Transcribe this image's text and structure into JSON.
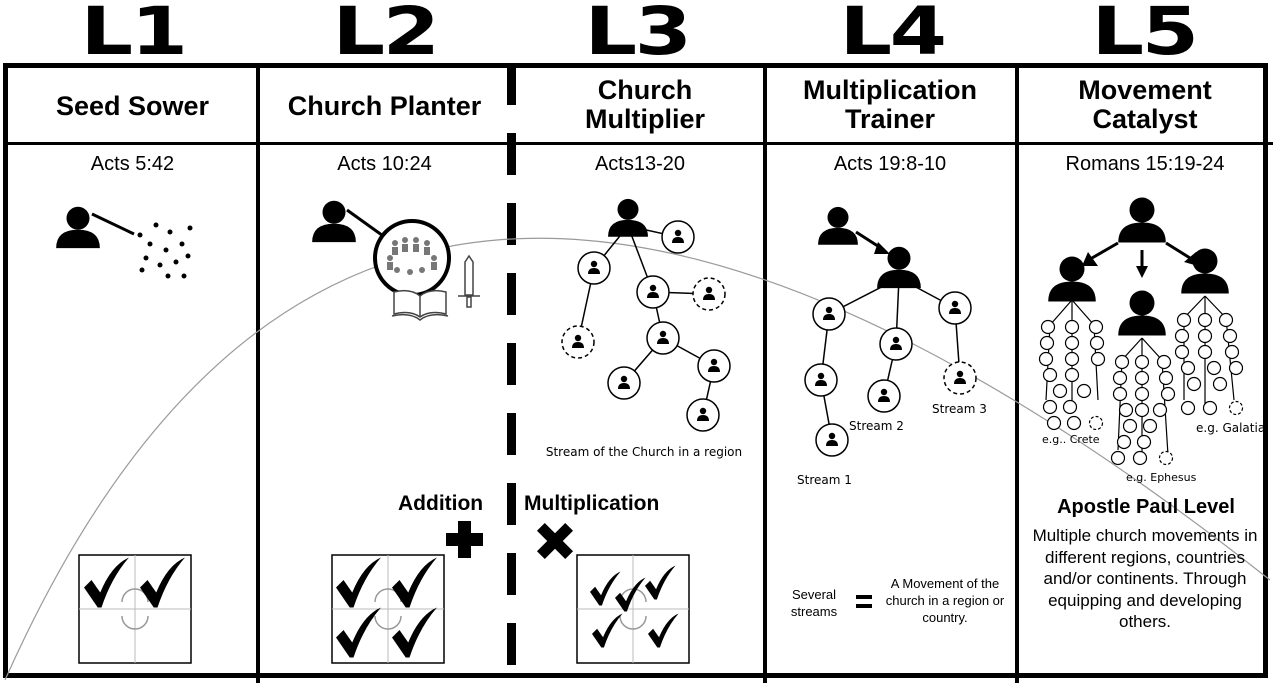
{
  "levels": [
    {
      "code": "L1",
      "title": "Seed Sower",
      "reference": "Acts 5:42"
    },
    {
      "code": "L2",
      "title": "Church Planter",
      "reference": "Acts 10:24"
    },
    {
      "code": "L3",
      "title": "Church Multiplier",
      "reference": "Acts13-20",
      "caption": "Stream of the Church in a region"
    },
    {
      "code": "L4",
      "title": "Multiplication Trainer",
      "reference": "Acts 19:8-10",
      "streams": [
        "Stream 1",
        "Stream 2",
        "Stream 3"
      ],
      "equation": {
        "left": "Several streams",
        "right": "A Movement of the church in a region or country."
      }
    },
    {
      "code": "L5",
      "title": "Movement Catalyst",
      "reference": "Romans 15:19-24",
      "examples": [
        "e.g.. Crete",
        "e.g. Ephesus",
        "e.g. Galatia"
      ],
      "level_name": "Apostle Paul Level",
      "description": "Multiple church movements in different regions, countries and/or continents. Through equipping and developing others."
    }
  ],
  "operators": {
    "addition": "Addition",
    "multiplication": "Multiplication"
  },
  "colors": {
    "ink": "#000000",
    "background": "#ffffff",
    "curve": "#9a9a9a"
  },
  "icons": [
    "person-icon",
    "seed-dots-icon",
    "church-group-icon",
    "bible-icon",
    "sword-icon",
    "plus-icon",
    "times-icon",
    "checkmark-icon",
    "cycle-arrow-icon",
    "equals-icon"
  ]
}
